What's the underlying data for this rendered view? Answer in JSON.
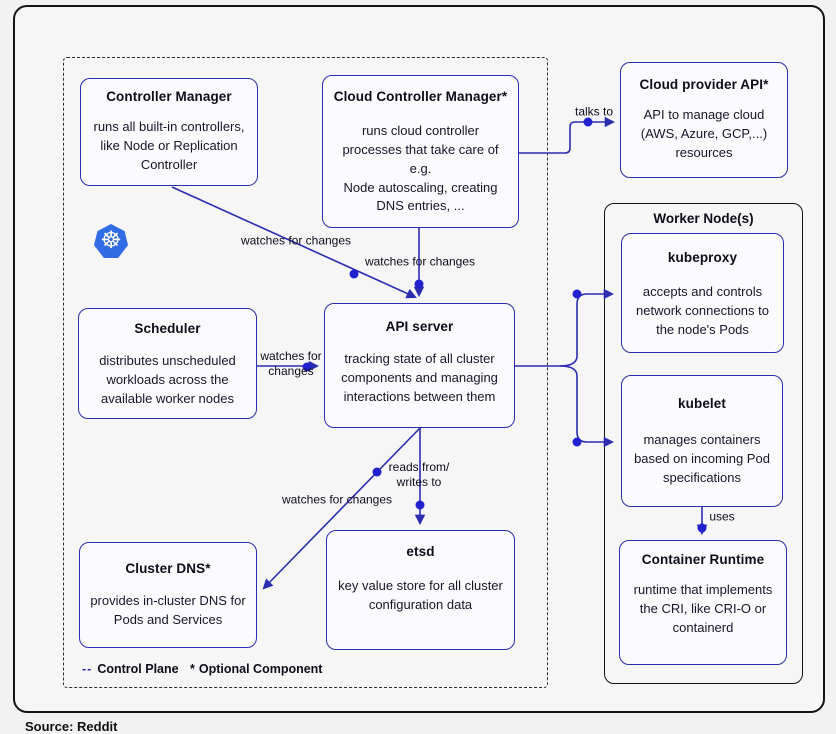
{
  "nodes": {
    "controller_manager": {
      "title": "Controller Manager",
      "body": "runs all built-in controllers, like Node or Replication Controller"
    },
    "cloud_controller_manager": {
      "title": "Cloud Controller Manager*",
      "body": "runs cloud controller processes that take care of e.g.\nNode autoscaling, creating DNS entries, ..."
    },
    "cloud_provider_api": {
      "title": "Cloud provider API*",
      "body": "API to manage cloud (AWS, Azure, GCP,...) resources"
    },
    "scheduler": {
      "title": "Scheduler",
      "body": "distributes unscheduled workloads across the available worker nodes"
    },
    "api_server": {
      "title": "API server",
      "body": "tracking state of all cluster components and managing interactions between them"
    },
    "cluster_dns": {
      "title": "Cluster DNS*",
      "body": "provides in-cluster DNS for Pods and Services"
    },
    "etsd": {
      "title": "etsd",
      "body": "key value store for all cluster configuration data"
    },
    "worker_node": {
      "title": "Worker Node(s)"
    },
    "kubeproxy": {
      "title": "kubeproxy",
      "body": "accepts and controls network connections to the node's Pods"
    },
    "kubelet": {
      "title": "kubelet",
      "body": "manages containers based on incoming Pod specifications"
    },
    "container_runtime": {
      "title": "Container Runtime",
      "body": "runtime that implements the CRI, like CRI-O or containerd"
    }
  },
  "edges": {
    "talks_to": "talks to",
    "cm_watches": "watches for changes",
    "ccm_watches": "watches for changes",
    "scheduler_watches": "watches for\nchanges",
    "reads_writes": "reads from/\nwrites to",
    "dns_watches": "watches for changes",
    "uses": "uses"
  },
  "legend": {
    "control_plane_dash": "--",
    "control_plane_label": "Control Plane",
    "optional_mark": "*",
    "optional_label": "Optional Component"
  },
  "footer": {
    "source": "Source: Reddit"
  },
  "icons": {
    "kubernetes_logo": "kubernetes-helm-wheel",
    "kubernetes_wheel_glyph": "☸"
  },
  "colors": {
    "accent_indigo": "#2b2daf",
    "dot_blue": "#2121cd",
    "kubernetes_blue": "#326ce5",
    "frame_black": "#141414"
  }
}
